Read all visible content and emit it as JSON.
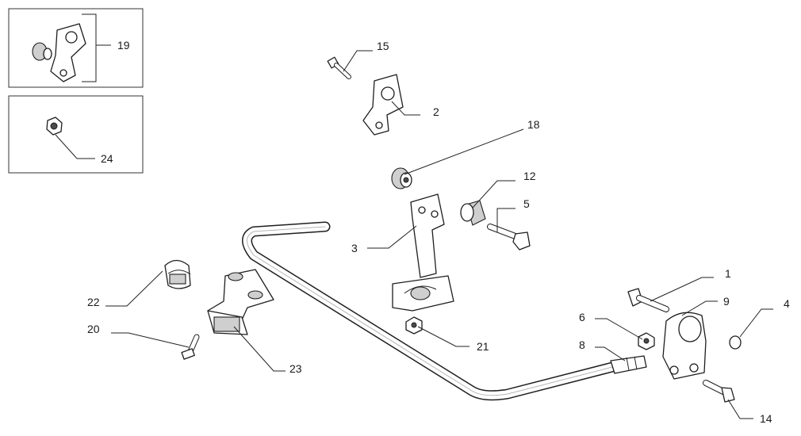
{
  "diagram": {
    "callouts": [
      {
        "id": "c19",
        "label": "19"
      },
      {
        "id": "c24",
        "label": "24"
      },
      {
        "id": "c15",
        "label": "15"
      },
      {
        "id": "c2",
        "label": "2"
      },
      {
        "id": "c18",
        "label": "18"
      },
      {
        "id": "c12",
        "label": "12"
      },
      {
        "id": "c5",
        "label": "5"
      },
      {
        "id": "c3",
        "label": "3"
      },
      {
        "id": "c1",
        "label": "1"
      },
      {
        "id": "c9",
        "label": "9"
      },
      {
        "id": "c4",
        "label": "4"
      },
      {
        "id": "c22",
        "label": "22"
      },
      {
        "id": "c20",
        "label": "20"
      },
      {
        "id": "c21",
        "label": "21"
      },
      {
        "id": "c6",
        "label": "6"
      },
      {
        "id": "c8",
        "label": "8"
      },
      {
        "id": "c23",
        "label": "23"
      },
      {
        "id": "c14",
        "label": "14"
      }
    ]
  }
}
